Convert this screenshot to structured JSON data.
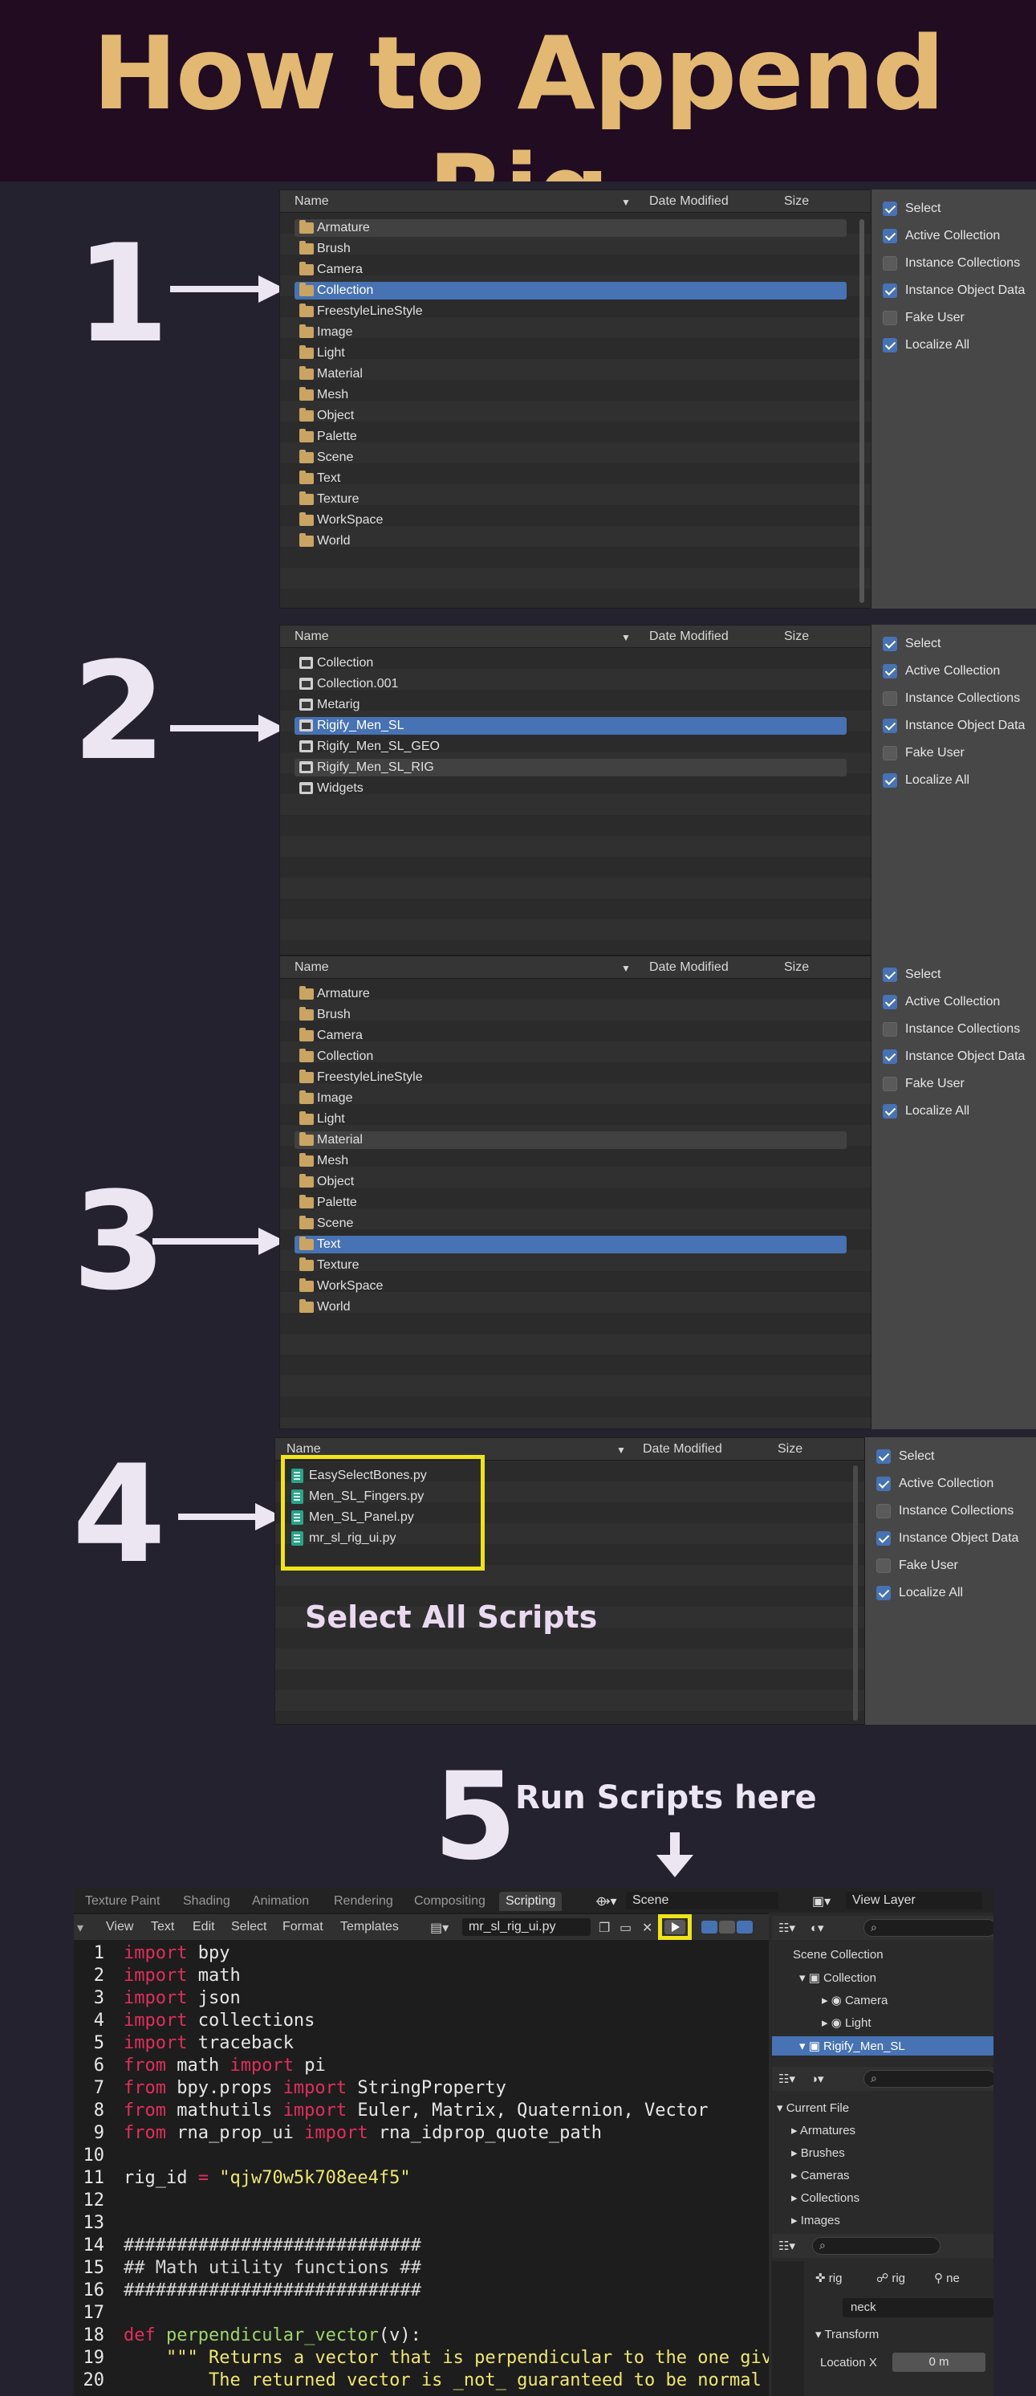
{
  "title": "How to Append Rig",
  "step_numbers": [
    "1",
    "2",
    "3",
    "4"
  ],
  "columns": {
    "name": "Name",
    "date": "Date Modified",
    "size": "Size"
  },
  "options": [
    "Select",
    "Active Collection",
    "Instance Collections",
    "Instance Object Data",
    "Fake User",
    "Localize All"
  ],
  "options_checked": [
    true,
    true,
    false,
    true,
    false,
    true
  ],
  "panel1_items": [
    "Armature",
    "Brush",
    "Camera",
    "Collection",
    "FreestyleLineStyle",
    "Image",
    "Light",
    "Material",
    "Mesh",
    "Object",
    "Palette",
    "Scene",
    "Text",
    "Texture",
    "WorkSpace",
    "World"
  ],
  "panel2_items": [
    "Collection",
    "Collection.001",
    "Metarig",
    "Rigify_Men_SL",
    "Rigify_Men_SL_GEO",
    "Rigify_Men_SL_RIG",
    "Widgets"
  ],
  "panel3_items": [
    "Armature",
    "Brush",
    "Camera",
    "Collection",
    "FreestyleLineStyle",
    "Image",
    "Light",
    "Material",
    "Mesh",
    "Object",
    "Palette",
    "Scene",
    "Text",
    "Texture",
    "WorkSpace",
    "World"
  ],
  "panel4_items": [
    "EasySelectBones.py",
    "Men_SL_Fingers.py",
    "Men_SL_Panel.py",
    "mr_sl_rig_ui.py"
  ],
  "select_all_scripts": "Select All Scripts",
  "step5": {
    "number": "5",
    "label": "Run Scripts here"
  },
  "blender": {
    "workspace_tabs": [
      "Texture Paint",
      "Shading",
      "Animation",
      "Rendering",
      "Compositing",
      "Scripting"
    ],
    "active_tab": "Scripting",
    "scene": "Scene",
    "view_layer": "View Layer",
    "menu": [
      "View",
      "Text",
      "Edit",
      "Select",
      "Format",
      "Templates"
    ],
    "filename": "mr_sl_rig_ui.py",
    "line_numbers": [
      "1",
      "2",
      "3",
      "4",
      "5",
      "6",
      "7",
      "8",
      "9",
      "10",
      "11",
      "12",
      "13",
      "14",
      "15",
      "16",
      "17",
      "18",
      "19",
      "20"
    ],
    "outliner": {
      "scene_collection": "Scene Collection",
      "collection": "Collection",
      "camera": "Camera",
      "light": "Light",
      "rig": "Rigify_Men_SL"
    },
    "file_browser": {
      "current_file": "Current File",
      "items": [
        "Armatures",
        "Brushes",
        "Cameras",
        "Collections",
        "Images"
      ]
    },
    "props": {
      "rig1": "rig",
      "rig2": "rig",
      "ne": "ne",
      "bone": "neck",
      "transform": "Transform",
      "location_x": "Location X",
      "loc_value": "0 m"
    }
  }
}
